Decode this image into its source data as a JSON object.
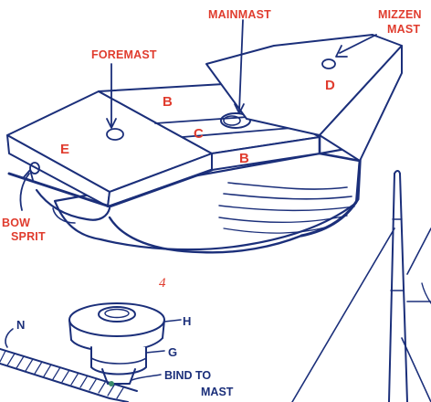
{
  "labels": {
    "mainmast": "MAINMAST",
    "mizzen_line1": "MIZZEN",
    "mizzen_line2": "MAST",
    "foremast": "FOREMAST",
    "bowsprit_line1": "BOW",
    "bowsprit_line2": "SPRIT",
    "part_b_top": "B",
    "part_b_lower": "B",
    "part_c": "C",
    "part_d": "D",
    "part_e": "E",
    "figure_number": "4",
    "part_h": "H",
    "part_g": "G",
    "part_n": "N",
    "bind_line1": "BIND TO",
    "bind_line2": "MAST"
  },
  "colors": {
    "ink": "#1b2f7a",
    "label_red": "#e03c2e",
    "background": "#ffffff"
  }
}
